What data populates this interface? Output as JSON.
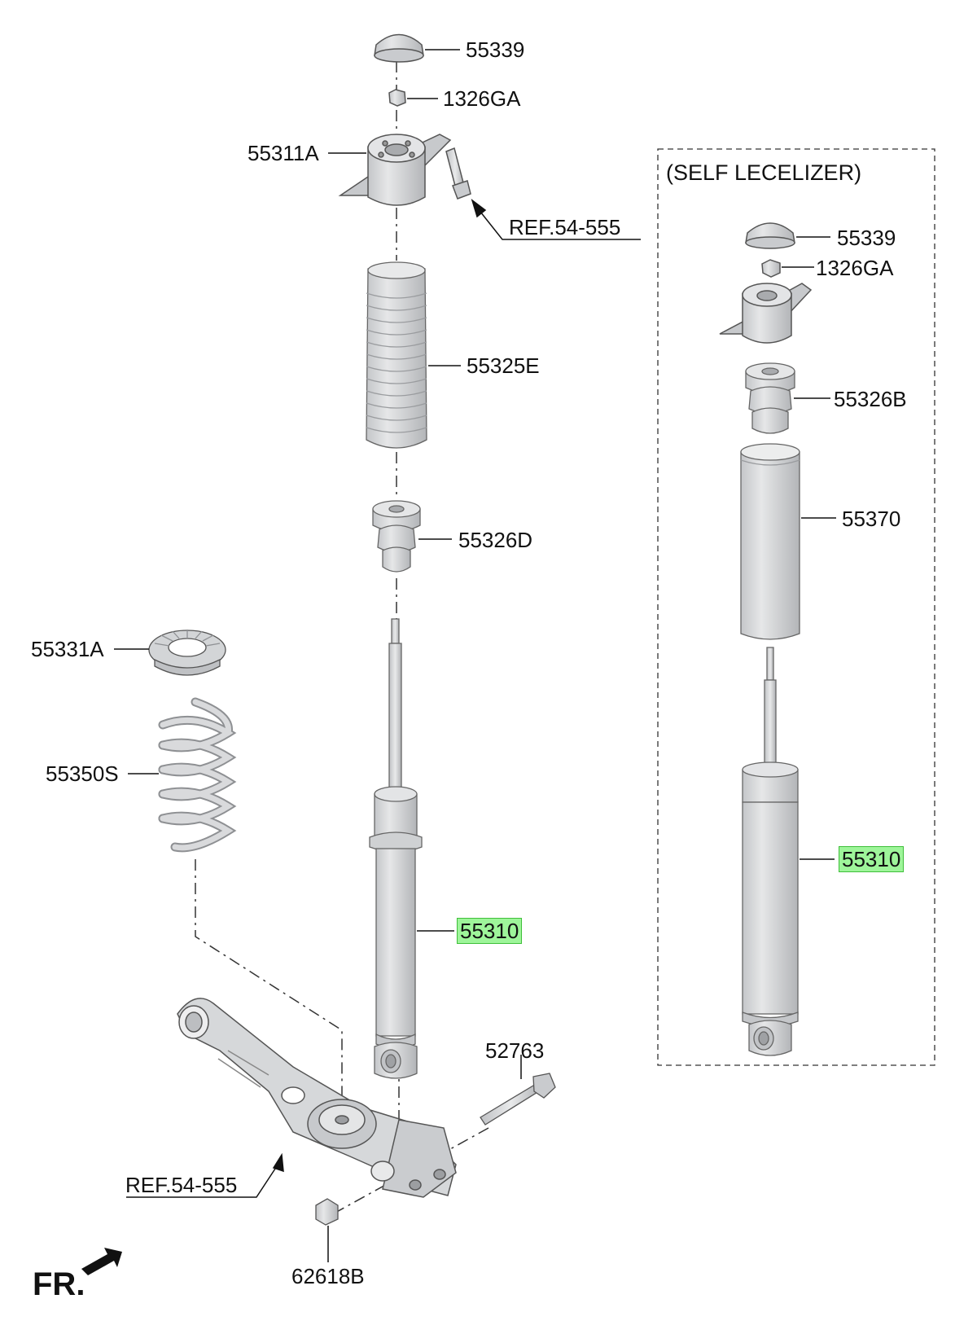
{
  "labels": {
    "p55339_main": "55339",
    "p1326ga_main": "1326GA",
    "p55311a": "55311A",
    "ref_top": "REF.54-555",
    "p55325e": "55325E",
    "p55326d": "55326D",
    "p55331a": "55331A",
    "p55350s": "55350S",
    "p55310_main": "55310",
    "p52763": "52763",
    "ref_bottom": "REF.54-555",
    "p62618b": "62618B",
    "fr": "FR.",
    "self_leveler_title": "(SELF LECELIZER)",
    "p55339_alt": "55339",
    "p1326ga_alt": "1326GA",
    "p55326b": "55326B",
    "p55370": "55370",
    "p55310_alt": "55310"
  },
  "colors": {
    "highlight": "#9ef59a",
    "part_fill": "#d9dadc",
    "part_shade": "#b9bbbe",
    "outline": "#555555"
  }
}
